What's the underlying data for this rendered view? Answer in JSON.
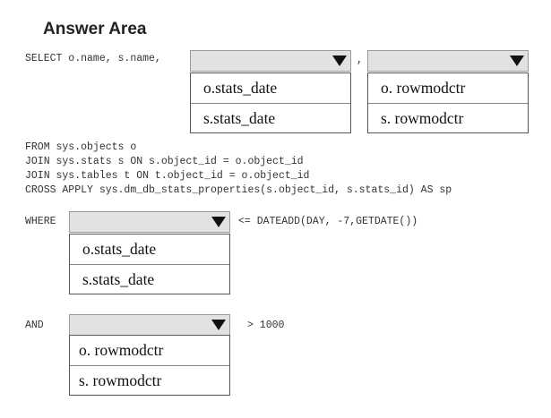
{
  "title": "Answer Area",
  "select_line": {
    "prefix": "SELECT o.name, s.name,",
    "comma": ","
  },
  "dropdown1": {
    "selected": "",
    "options": [
      "o.stats_date",
      "s.stats_date"
    ]
  },
  "dropdown2": {
    "selected": "",
    "options": [
      "o. rowmodctr",
      "s. rowmodctr"
    ]
  },
  "from_lines": [
    "FROM sys.objects o",
    "JOIN sys.stats s ON s.object_id = o.object_id",
    "JOIN sys.tables t ON t.object_id = o.object_id",
    "CROSS APPLY sys.dm_db_stats_properties(s.object_id, s.stats_id) AS sp"
  ],
  "where_clause": {
    "keyword": "WHERE",
    "suffix": "<= DATEADD(DAY, -7,GETDATE())"
  },
  "dropdown3": {
    "selected": "",
    "options": [
      "o.stats_date",
      "s.stats_date"
    ]
  },
  "and_clause": {
    "keyword": "AND",
    "suffix": "> 1000"
  },
  "dropdown4": {
    "selected": "",
    "options": [
      "o. rowmodctr",
      "s. rowmodctr"
    ]
  },
  "icons": {
    "dropdown_arrow": "triangle-down-icon"
  }
}
